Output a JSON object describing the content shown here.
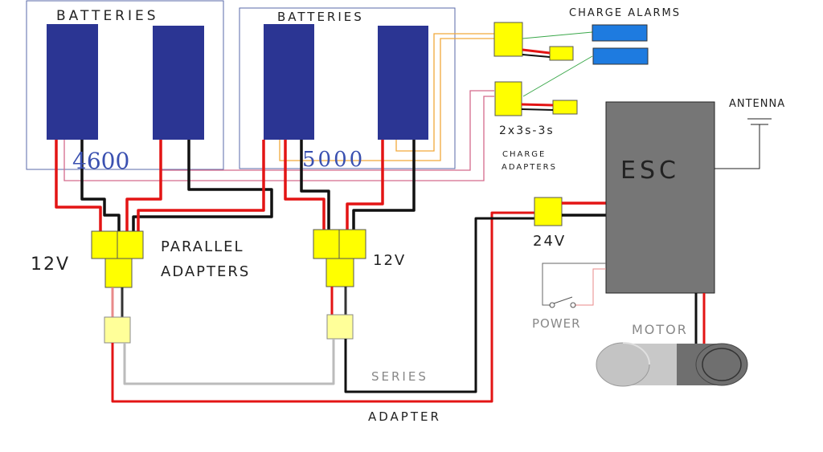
{
  "labels": {
    "batteries_left": "BATTERIES",
    "batteries_right": "BATTERIES",
    "cap_left": "4600",
    "cap_right": "5000",
    "charge_alarms": "CHARGE ALARMS",
    "charge_adapters_line1": "2x3s-3s",
    "charge_adapters_line2": "CHARGE",
    "charge_adapters_line3": "ADAPTERS",
    "antenna": "ANTENNA",
    "esc": "ESC",
    "v24": "24V",
    "v12_left": "12V",
    "v12_right": "12V",
    "parallel_line1": "PARALLEL",
    "parallel_line2": "ADAPTERS",
    "power": "POWER",
    "motor": "MOTOR",
    "series_line1": "SERIES",
    "series_line2": "ADAPTER"
  },
  "colors": {
    "battery": "#2b3593",
    "connector": "#ffff00",
    "connector_light": "#ffff99",
    "alarm": "#1e7be0",
    "esc": "#767676",
    "wire_red": "#e31414",
    "wire_black": "#111111",
    "wire_orange": "#f2a93b",
    "wire_pink": "#d46a8c",
    "wire_green": "#3aa84a",
    "wire_grey": "#999999"
  }
}
